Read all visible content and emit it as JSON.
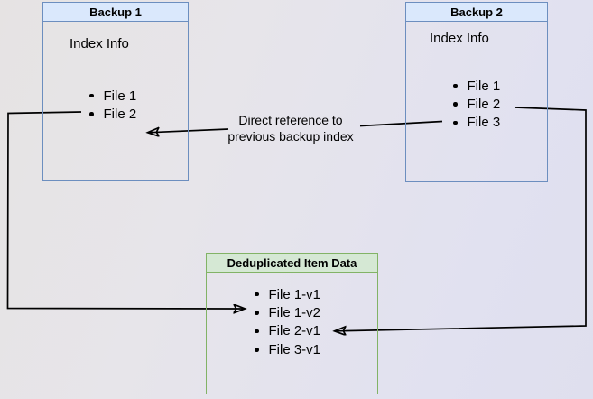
{
  "backup1": {
    "title": "Backup 1",
    "subtitle": "Index Info",
    "files": [
      "File 1",
      "File 2"
    ]
  },
  "backup2": {
    "title": "Backup 2",
    "subtitle": "Index Info",
    "files": [
      "File 1",
      "File 2",
      "File 3"
    ]
  },
  "dedup": {
    "title": "Deduplicated Item Data",
    "files": [
      "File 1-v1",
      "File 1-v2",
      "File 2-v1",
      "File 3-v1"
    ]
  },
  "annotation": {
    "line1": "Direct reference to",
    "line2": "previous backup index"
  },
  "colors": {
    "blue_header_fill": "#dae8fc",
    "blue_border": "#6c8ebf",
    "green_header_fill": "#d5e8d4",
    "green_border": "#82b366",
    "arrow_color": "#000000",
    "bg_left": "#e6e3e3",
    "bg_right": "#e1e1f0"
  }
}
